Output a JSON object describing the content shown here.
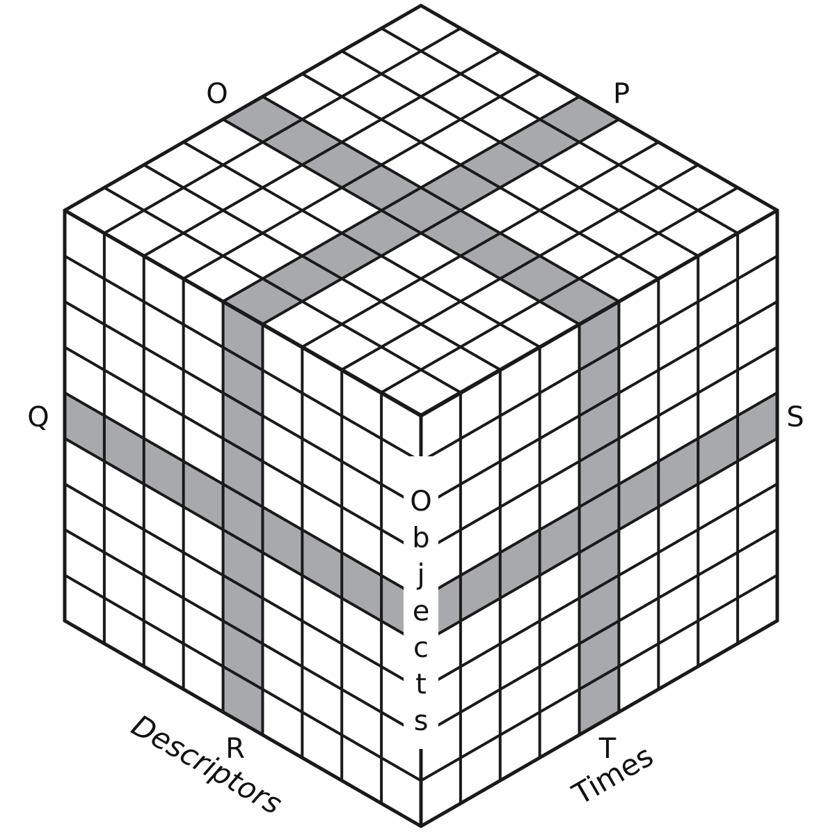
{
  "labels": {
    "corner_o": "O",
    "corner_p": "P",
    "corner_q": "Q",
    "corner_r": "R",
    "corner_s": "S",
    "corner_t": "T",
    "axis_descriptors": "Descriptors",
    "axis_times": "Times",
    "axis_objects": [
      "O",
      "b",
      "j",
      "e",
      "c",
      "t",
      "s"
    ]
  },
  "grid": {
    "cells_per_edge": 9,
    "highlighted_index": 4
  },
  "colors": {
    "line": "#1a1a1a",
    "cell": "#ffffff",
    "highlight": "#a8a9ad",
    "background": "#ffffff"
  }
}
